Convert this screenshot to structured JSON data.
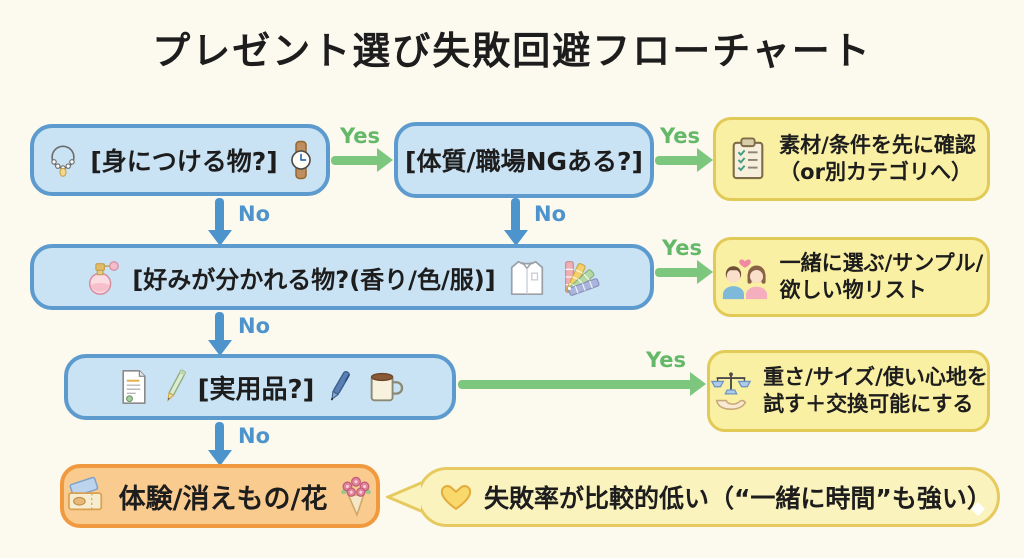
{
  "title": "プレゼント選び失敗回避フローチャート",
  "labels": {
    "yes": "Yes",
    "no": "No"
  },
  "nodes": {
    "q_wearable": {
      "text": "[身につける物?]",
      "icons": [
        "necklace-icon",
        "watch-icon"
      ]
    },
    "q_ng": {
      "text": "[体質/職場NGある?]"
    },
    "a_check_material": {
      "line1": "素材/条件を先に確認",
      "line2": "（or別カテゴリへ）",
      "icon": "clipboard-icon"
    },
    "q_taste": {
      "text": "[好みが分かれる物?(香り/色/服)]",
      "icons": [
        "perfume-icon",
        "shirt-icon",
        "palette-icon"
      ]
    },
    "a_choose_together": {
      "line1": "一緒に選ぶ/サンプル/",
      "line2": "欲しい物リスト",
      "icon": "couple-icon"
    },
    "q_practical": {
      "text": "[実用品?]",
      "icons": [
        "document-icon",
        "pencil-icon",
        "pen-icon",
        "mug-icon"
      ]
    },
    "a_try_exchange": {
      "line1": "重さ/サイズ/使い心地を",
      "line2": "試す＋交換可能にする",
      "icon": "scale-hand-icon"
    },
    "result": {
      "text": "体験/消えもの/花",
      "icons": [
        "ticket-icon",
        "bouquet-icon"
      ]
    },
    "note": {
      "text": "失敗率が比較的低い（“一緒に時間”も強い）",
      "icon": "heart-icon"
    }
  },
  "colors": {
    "bg": "#FCF9EF",
    "box-blue-fill": "#C9E2F4",
    "box-blue-border": "#5D9BCE",
    "box-yellow-fill": "#FAF0A3",
    "box-yellow-border": "#E2CA57",
    "box-orange-fill": "#FACB8E",
    "box-orange-border": "#F0993F",
    "bubble-fill": "#FBF3BE",
    "bubble-border": "#E7CA5F",
    "arrow-green": "#7CC77D",
    "arrow-blue": "#4E94CC",
    "label-yes": "#63B967",
    "label-no": "#4E94CC",
    "text": "#1D1D1D"
  }
}
